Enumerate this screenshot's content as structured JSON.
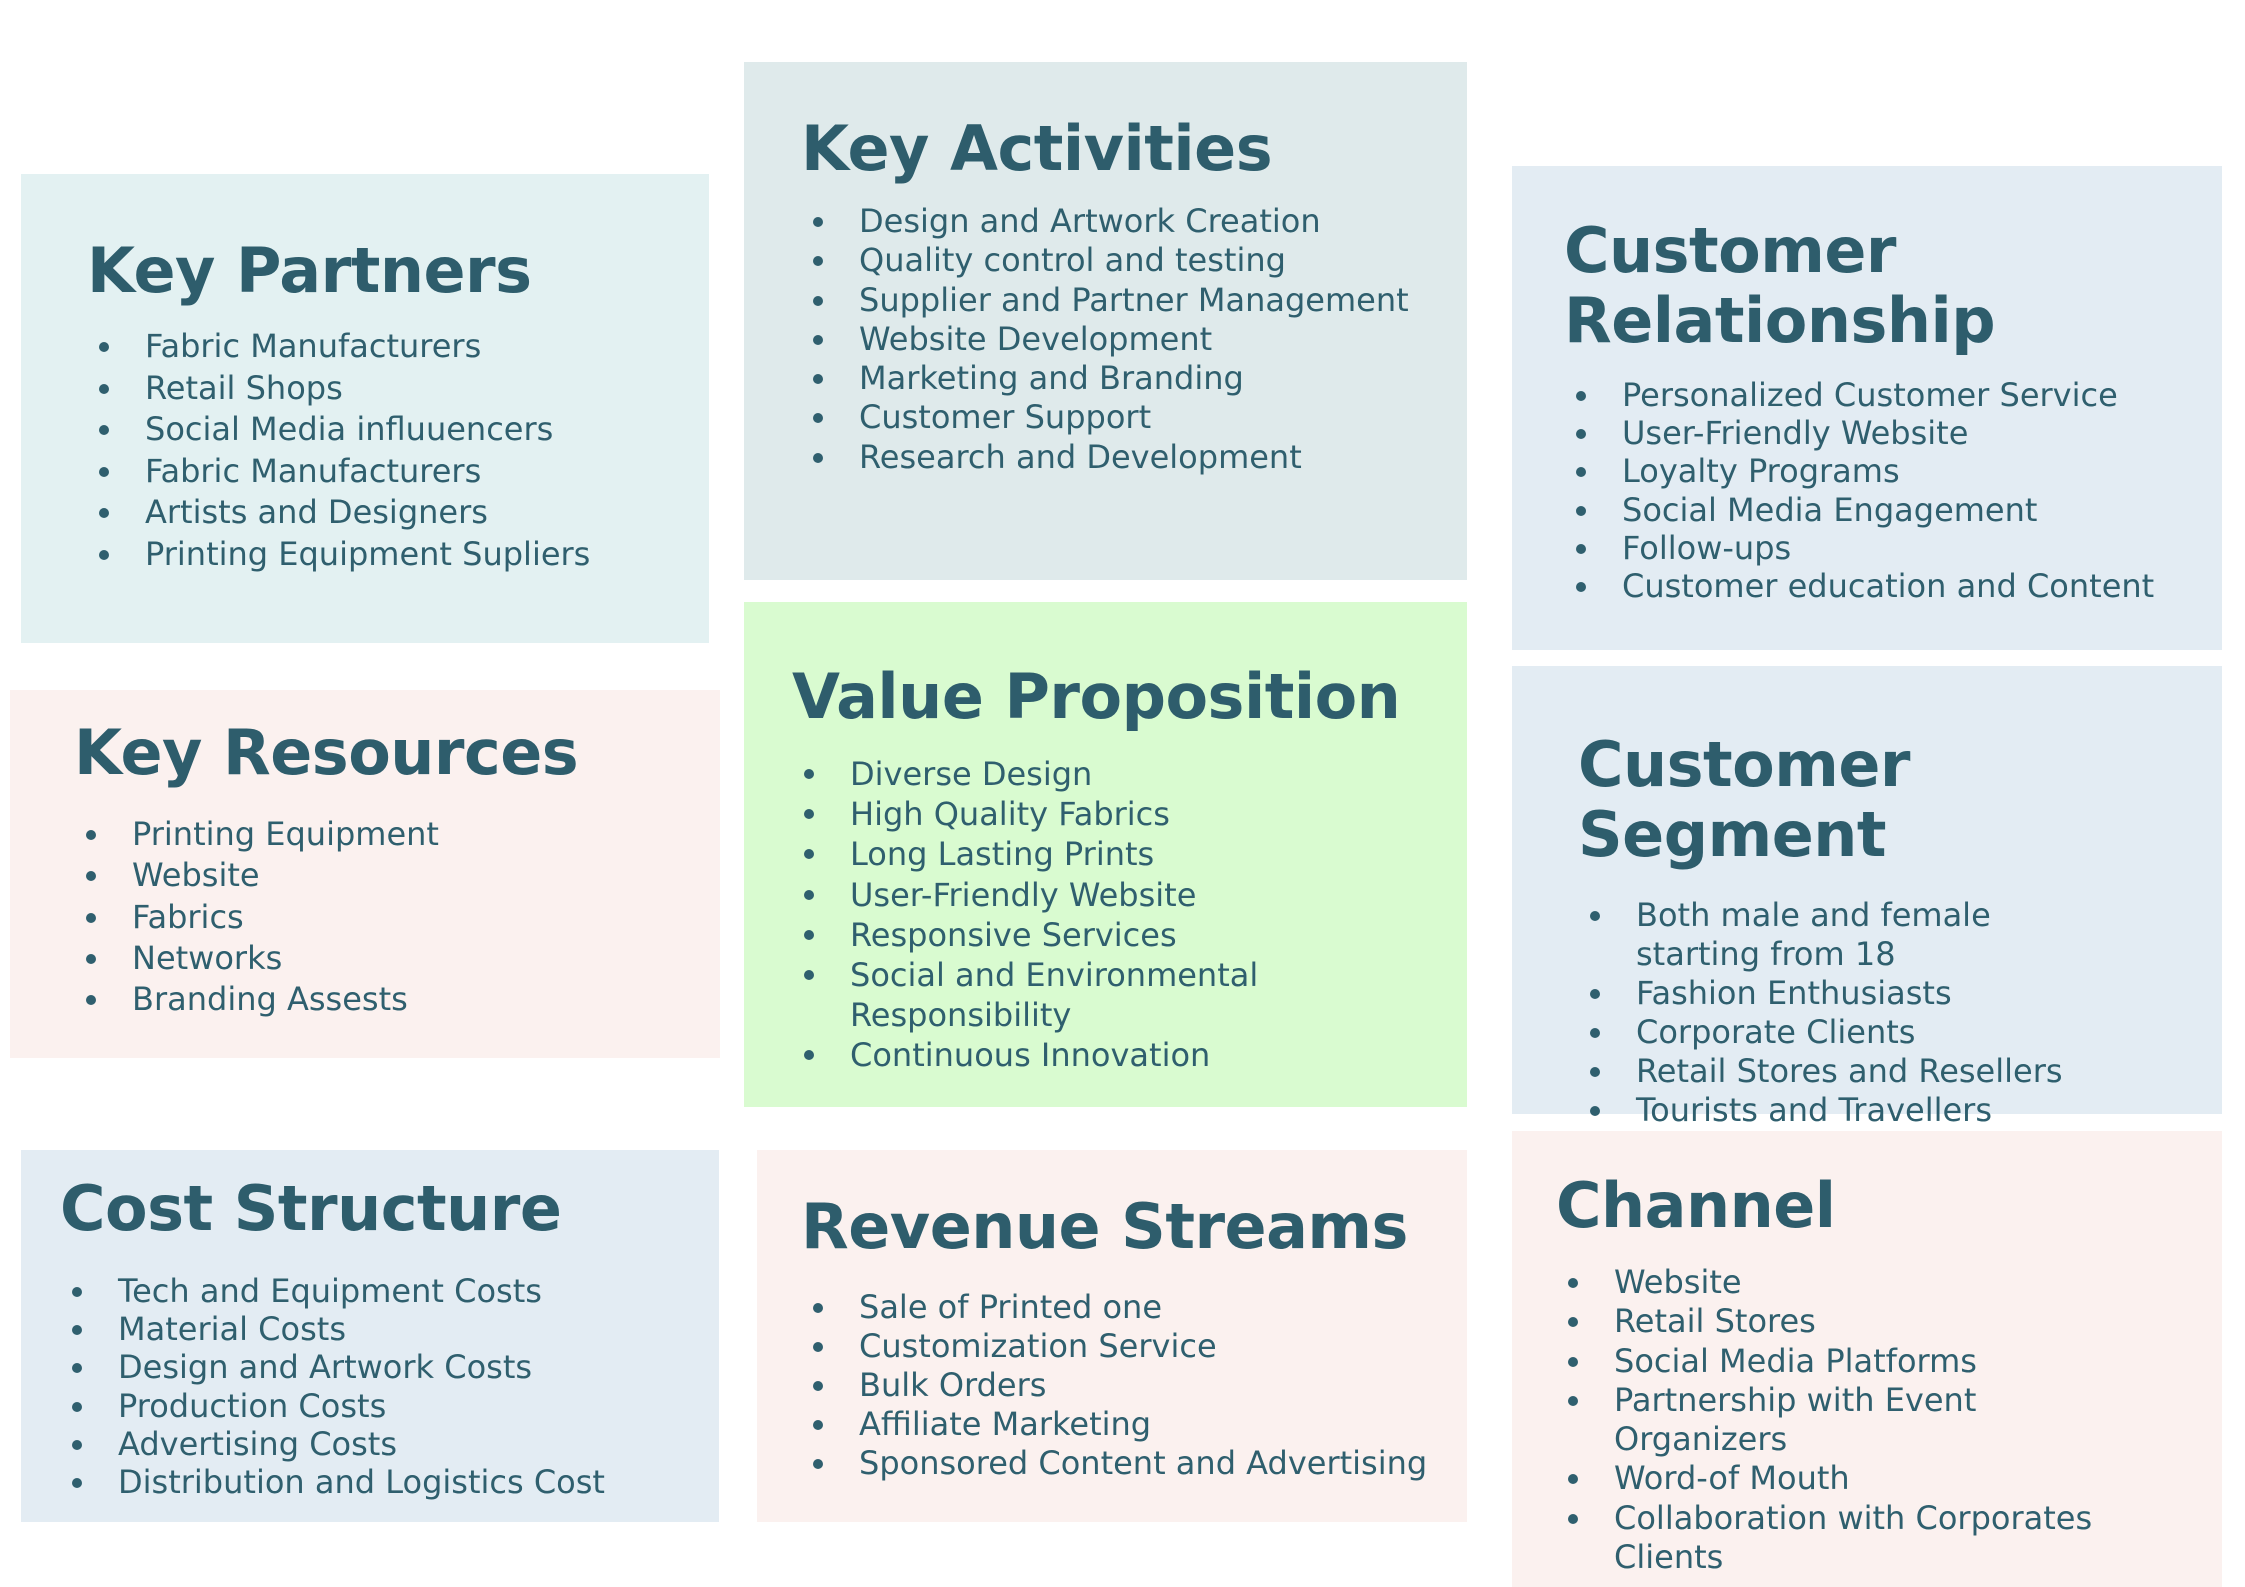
{
  "canvas": {
    "colors": {
      "text": "#2f5f6e",
      "teal_card": "#e3f1f2",
      "slate_card": "#dfeaeb",
      "blue_card": "#e3ecf3",
      "pink_card": "#fbf1ef",
      "green_card": "#d9fbd0"
    },
    "blocks": {
      "key_partners": {
        "title": "Key Partners",
        "items": [
          "Fabric Manufacturers",
          "Retail Shops",
          "Social Media influuencers",
          "Fabric Manufacturers",
          "Artists and Designers",
          "Printing Equipment Supliers"
        ]
      },
      "key_activities": {
        "title": "Key Activities",
        "items": [
          "Design and Artwork Creation",
          "Quality control and testing",
          "Supplier and Partner Management",
          "Website Development",
          "Marketing and Branding",
          "Customer Support",
          "Research and Development"
        ]
      },
      "customer_relationship": {
        "title": "Customer Relationship",
        "items": [
          "Personalized Customer Service",
          "User-Friendly Website",
          "Loyalty Programs",
          "Social Media Engagement",
          "Follow-ups",
          "Customer education and Content"
        ]
      },
      "key_resources": {
        "title": "Key Resources",
        "items": [
          "Printing Equipment",
          "Website",
          "Fabrics",
          "Networks",
          "Branding Assests"
        ]
      },
      "value_proposition": {
        "title": "Value Proposition",
        "items": [
          "Diverse Design",
          "High Quality Fabrics",
          "Long Lasting Prints",
          "User-Friendly Website",
          "Responsive Services",
          "Social and Environmental Responsibility",
          "Continuous Innovation"
        ]
      },
      "customer_segment": {
        "title": "Customer Segment",
        "items": [
          "Both male and female starting from 18",
          "Fashion  Enthusiasts",
          "Corporate Clients",
          "Retail Stores and Resellers",
          "Tourists and Travellers"
        ]
      },
      "cost_structure": {
        "title": "Cost Structure",
        "items": [
          "Tech and Equipment Costs",
          "Material Costs",
          "Design and Artwork Costs",
          "Production Costs",
          "Advertising Costs",
          "Distribution and Logistics Cost"
        ]
      },
      "revenue_streams": {
        "title": "Revenue Streams",
        "items": [
          "Sale of Printed one",
          "Customization Service",
          "Bulk Orders",
          "Affiliate Marketing",
          "Sponsored Content and Advertising"
        ]
      },
      "channel": {
        "title": "Channel",
        "items": [
          "Website",
          "Retail Stores",
          "Social Media Platforms",
          "Partnership with Event Organizers",
          "Word-of Mouth",
          "Collaboration with Corporates Clients"
        ]
      }
    }
  }
}
